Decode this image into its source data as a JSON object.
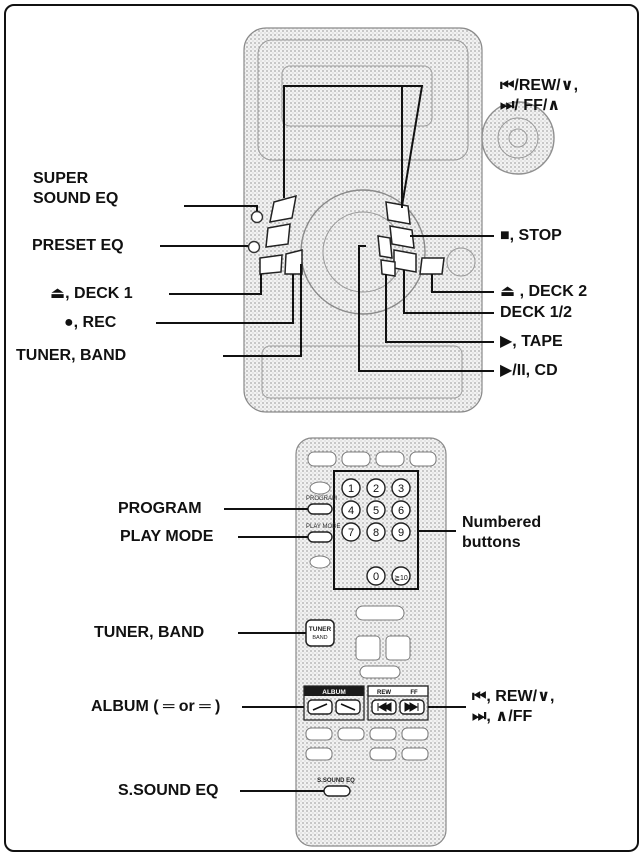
{
  "main_unit": {
    "labels_left": [
      {
        "id": "super_sound_eq",
        "line1": "SUPER",
        "line2": "SOUND EQ"
      },
      {
        "id": "preset_eq",
        "line1": "PRESET EQ"
      },
      {
        "id": "eject_deck1",
        "line1": "⏏, DECK 1"
      },
      {
        "id": "rec",
        "line1": "●, REC"
      },
      {
        "id": "tuner_band",
        "line1": "TUNER, BAND"
      }
    ],
    "labels_right": [
      {
        "id": "skip_rew_ff",
        "line1": "⏮/REW/∨,",
        "line2": "⏭/ FF/∧"
      },
      {
        "id": "stop",
        "line1": "■, STOP"
      },
      {
        "id": "eject_deck2",
        "line1": "⏏ , DECK 2"
      },
      {
        "id": "deck_1_2",
        "line1": "DECK 1/2"
      },
      {
        "id": "tape_play",
        "line1": "▶, TAPE"
      },
      {
        "id": "cd_play_pause",
        "line1": "▶/II, CD"
      }
    ]
  },
  "remote": {
    "keypad": [
      "1",
      "2",
      "3",
      "4",
      "5",
      "6",
      "7",
      "8",
      "9",
      "0",
      "≧10"
    ],
    "small_text": {
      "program": "PROGRAM",
      "play_mode": "PLAY MODE",
      "tuner": "TUNER",
      "band": "BAND",
      "album": "ALBUM",
      "rew": "REW",
      "ff": "FF",
      "s_sound_eq": "S.SOUND EQ"
    },
    "labels_left": [
      {
        "id": "program",
        "line1": "PROGRAM"
      },
      {
        "id": "play_mode",
        "line1": "PLAY MODE"
      },
      {
        "id": "tuner_band",
        "line1": "TUNER, BAND"
      },
      {
        "id": "album",
        "line1": "ALBUM ( ═ or ═ )"
      },
      {
        "id": "s_sound_eq",
        "line1": "S.SOUND EQ"
      }
    ],
    "labels_right": [
      {
        "id": "numbered_buttons",
        "line1": "Numbered",
        "line2": "buttons"
      },
      {
        "id": "skip_rew_ff",
        "line1": "⏮, REW/∨,",
        "line2": "⏭, ∧/FF"
      }
    ]
  }
}
